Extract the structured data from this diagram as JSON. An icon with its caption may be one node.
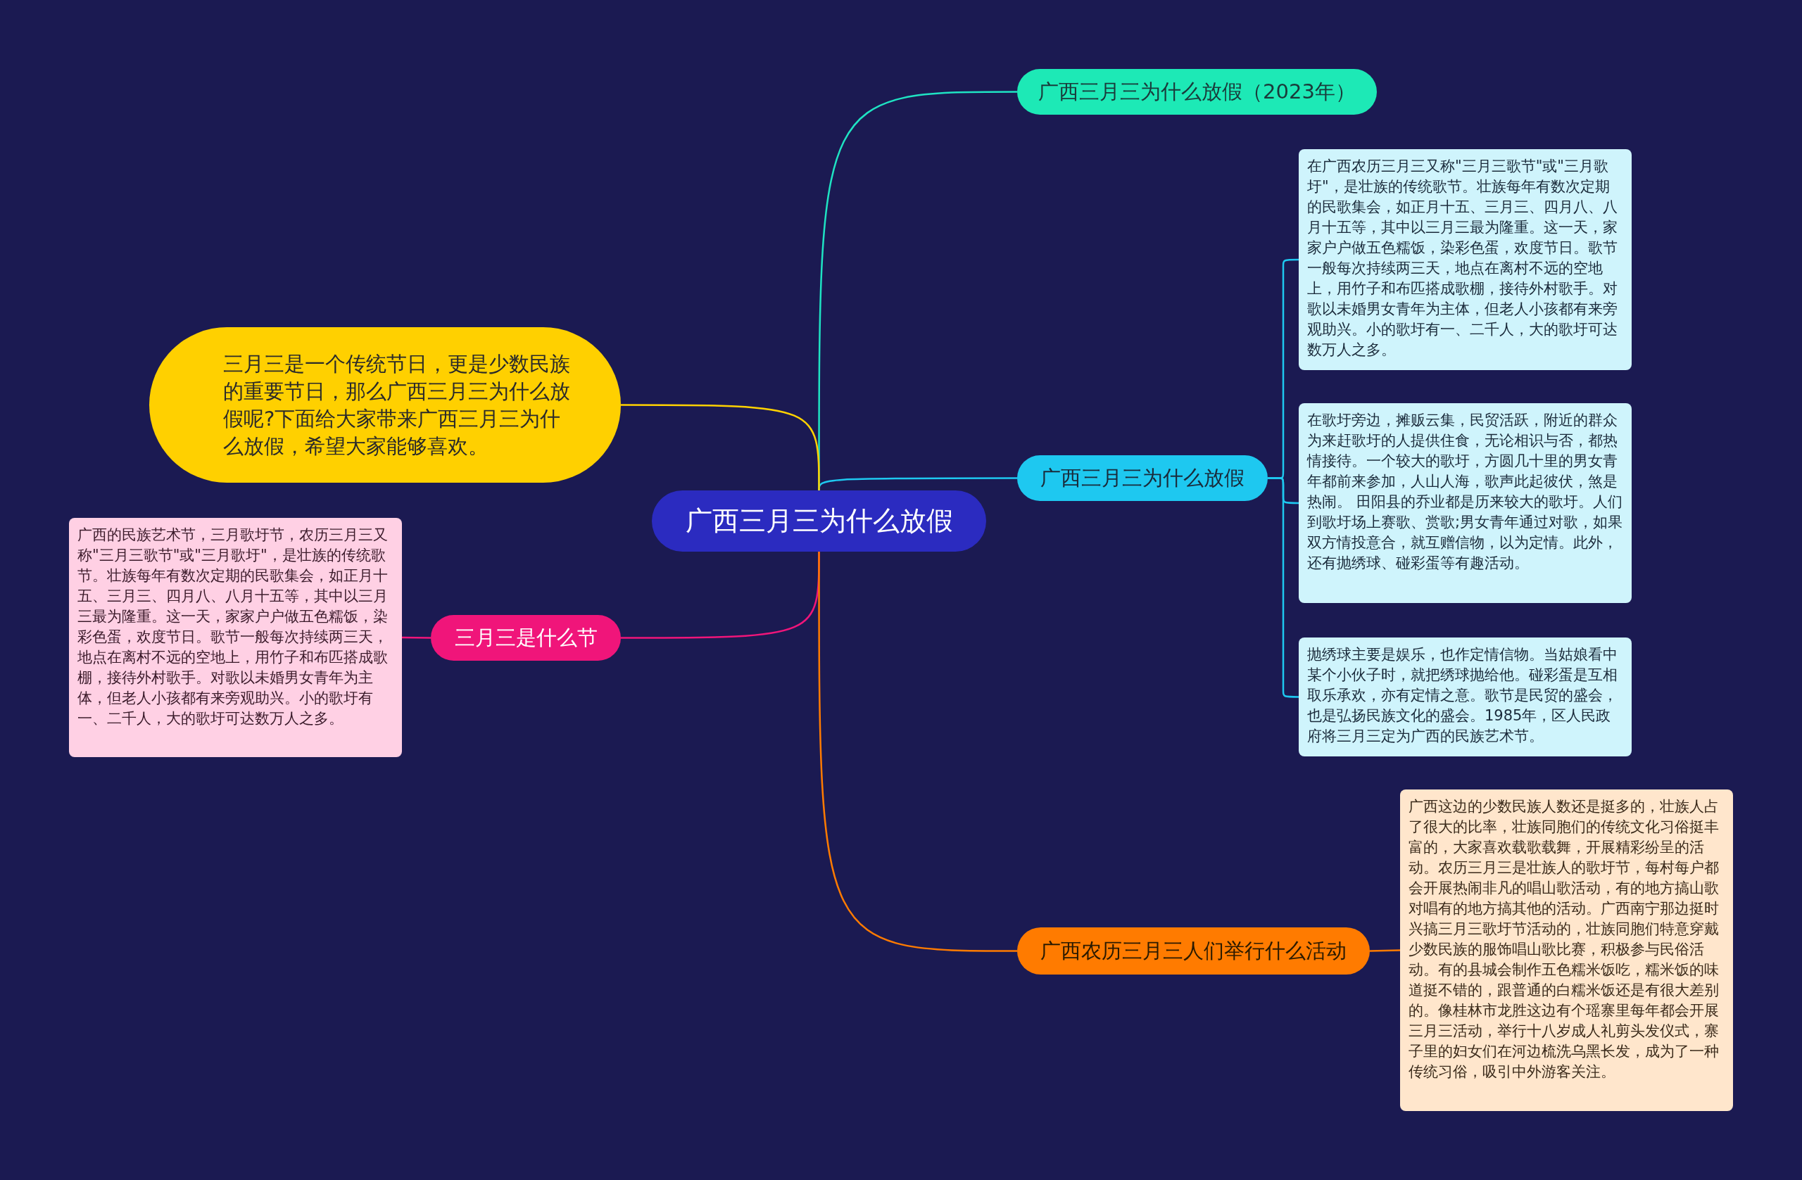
{
  "diagram": {
    "nodes": [
      {
        "text": [
          "广西三月三为什么放假"
        ]
      },
      {
        "text": [
          "三月三是一个传统节日，更是少数民族的重要节日，那么广西三月三为什么放假呢?下面给大家带来广西三月三为什么放假，希望大家能够喜欢。"
        ]
      },
      {
        "text": [
          "广西三月三为什么放假（2023年）"
        ]
      },
      {
        "text": [
          "广西三月三为什么放假"
        ]
      },
      {
        "text": [
          "在广西农历三月三又称\"三月三歌节\"或\"三月歌圩\"，是壮族的传统歌节。壮族每年有数次定期的民歌集会，如正月十五、三月三、四月八、八月十五等，其中以三月三最为隆重。这一天，家家户户做五色糯饭，染彩色蛋，欢度节日。歌节一般每次持续两三天，地点在离村不远的空地上，用竹子和布匹搭成歌棚，接待外村歌手。对歌以未婚男女青年为主体，但老人小孩都有来旁观助兴。小的歌圩有一、二千人，大的歌圩可达数万人之多。"
        ]
      },
      {
        "text": [
          "在歌圩旁边，摊贩云集，民贸活跃，附近的群众为来赶歌圩的人提供住食，无论相识与否，都热情接待。一个较大的歌圩，方圆几十里的男女青年都前来参加，人山人海，歌声此起彼伏，煞是热闹。 田阳县的乔业都是历来较大的歌圩。人们到歌圩场上赛歌、赏歌;男女青年通过对歌，如果双方情投意合，就互赠信物，以为定情。此外，还有抛绣球、碰彩蛋等有趣活动。"
        ]
      },
      {
        "text": [
          "抛绣球主要是娱乐，也作定情信物。当姑娘看中某个小伙子时，就把绣球抛给他。碰彩蛋是互相取乐承欢，亦有定情之意。歌节是民贸的盛会，也是弘扬民族文化的盛会。1985年，区人民政府将三月三定为广西的民族艺术节。"
        ]
      },
      {
        "text": [
          "三月三是什么节"
        ]
      },
      {
        "text": [
          "广西的民族艺术节，三月歌圩节，农历三月三又称\"三月三歌节\"或\"三月歌圩\"，是壮族的传统歌节。壮族每年有数次定期的民歌集会，如正月十五、三月三、四月八、八月十五等，其中以三月三最为隆重。这一天，家家户户做五色糯饭，染彩色蛋，欢度节日。歌节一般每次持续两三天，地点在离村不远的空地上，用竹子和布匹搭成歌棚，接待外村歌手。对歌以未婚男女青年为主体，但老人小孩都有来旁观助兴。小的歌圩有一、二千人，大的歌圩可达数万人之多。"
        ]
      },
      {
        "text": [
          "广西农历三月三人们举行什么活动"
        ]
      },
      {
        "text": [
          "广西这边的少数民族人数还是挺多的，壮族人占了很大的比率，壮族同胞们的传统文化习俗挺丰富的，大家喜欢载歌载舞，开展精彩纷呈的活动。农历三月三是壮族人的歌圩节，每村每户都会开展热闹非凡的唱山歌活动，有的地方搞山歌对唱有的地方搞其他的活动。广西南宁那边挺时兴搞三月三歌圩节活动的，壮族同胞们特意穿戴少数民族的服饰唱山歌比赛，积极参与民俗活动。有的县城会制作五色糯米饭吃，糯米饭的味道挺不错的，跟普通的白糯米饭还是有很大差别的。像桂林市龙胜这边有个瑶寨里每年都会开展三月三活动，举行十八岁成人礼剪头发仪式，寨子里的妇女们在河边梳洗乌黑长发，成为了一种传统习俗，吸引中外游客关注。"
        ]
      }
    ],
    "edges": [
      {
        "from": 0,
        "to": 2,
        "arrow": "none",
        "color": "#1fe3c3"
      },
      {
        "from": 0,
        "to": 3,
        "arrow": "none",
        "color": "#1ec8f0"
      },
      {
        "from": 3,
        "to": 4,
        "arrow": "none",
        "color": "#1ec8f0"
      },
      {
        "from": 3,
        "to": 5,
        "arrow": "none",
        "color": "#1ec8f0"
      },
      {
        "from": 3,
        "to": 6,
        "arrow": "none",
        "color": "#1ec8f0"
      },
      {
        "from": 0,
        "to": 1,
        "arrow": "none",
        "color": "#ffd200"
      },
      {
        "from": 0,
        "to": 7,
        "arrow": "none",
        "color": "#f0157a"
      },
      {
        "from": 7,
        "to": 8,
        "arrow": "none",
        "color": "#f0157a"
      },
      {
        "from": 0,
        "to": 9,
        "arrow": "none",
        "color": "#ff7b00"
      },
      {
        "from": 9,
        "to": 10,
        "arrow": "none",
        "color": "#ff7b00"
      }
    ]
  }
}
